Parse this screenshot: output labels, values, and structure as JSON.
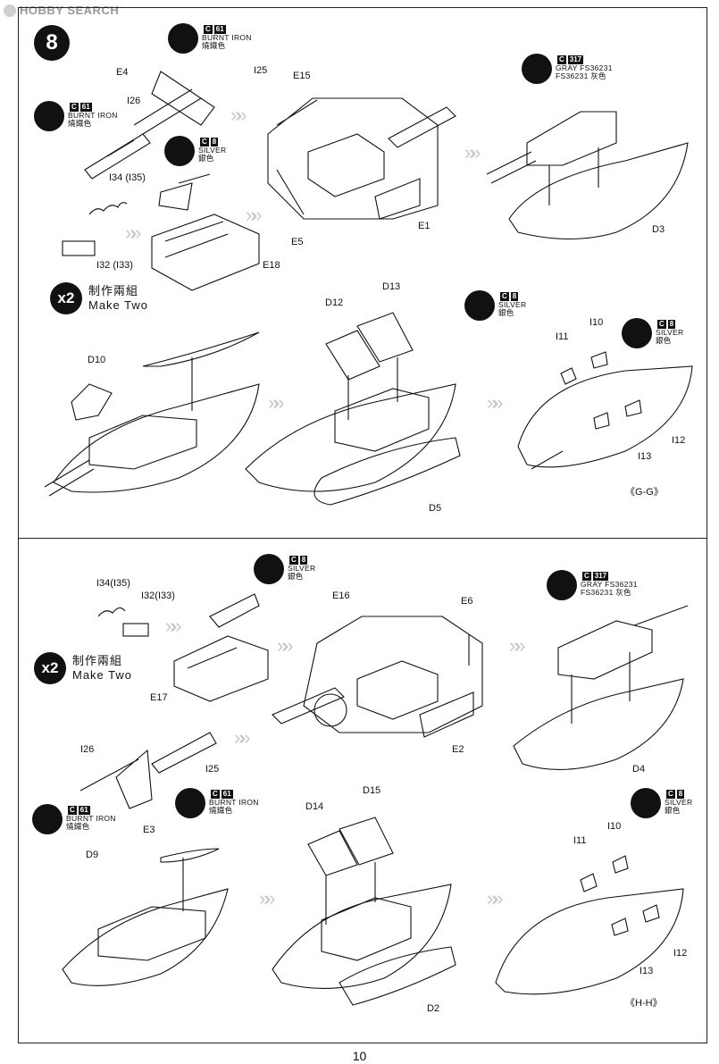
{
  "header": {
    "logo_text": "HOBBY SEARCH"
  },
  "step_number": "8",
  "page_number": "10",
  "make_two": {
    "cn": "制作兩組",
    "en": "Make Two",
    "badge": "x2"
  },
  "paints": {
    "c61": {
      "code": "C",
      "num": "61",
      "en": "BURNT IRON",
      "cn": "燒鐵色"
    },
    "c8": {
      "code": "C",
      "num": "8",
      "en": "SILVER",
      "cn": "銀色"
    },
    "c317": {
      "code": "C",
      "num": "317",
      "en": "GRAY FS36231",
      "cn": "FS36231 灰色"
    }
  },
  "top": {
    "labels": {
      "e4": "E4",
      "i25": "I25",
      "i26": "I26",
      "i34": "I34 (I35)",
      "i32": "I32 (I33)",
      "e18": "E18",
      "e15": "E15",
      "e5": "E5",
      "e1": "E1",
      "d3": "D3",
      "d10": "D10",
      "d12": "D12",
      "d13": "D13",
      "d5": "D5",
      "i11": "I11",
      "i10": "I10",
      "i12": "I12",
      "i13": "I13",
      "view": "《G-G》"
    }
  },
  "bottom": {
    "labels": {
      "i34": "I34(I35)",
      "i32": "I32(I33)",
      "e17": "E17",
      "e16": "E16",
      "e6": "E6",
      "e2": "E2",
      "d4": "D4",
      "i26": "I26",
      "i25": "I25",
      "e3": "E3",
      "d9": "D9",
      "d14": "D14",
      "d15": "D15",
      "d2": "D2",
      "i11": "I11",
      "i10": "I10",
      "i12": "I12",
      "i13": "I13",
      "view": "《H-H》"
    }
  }
}
